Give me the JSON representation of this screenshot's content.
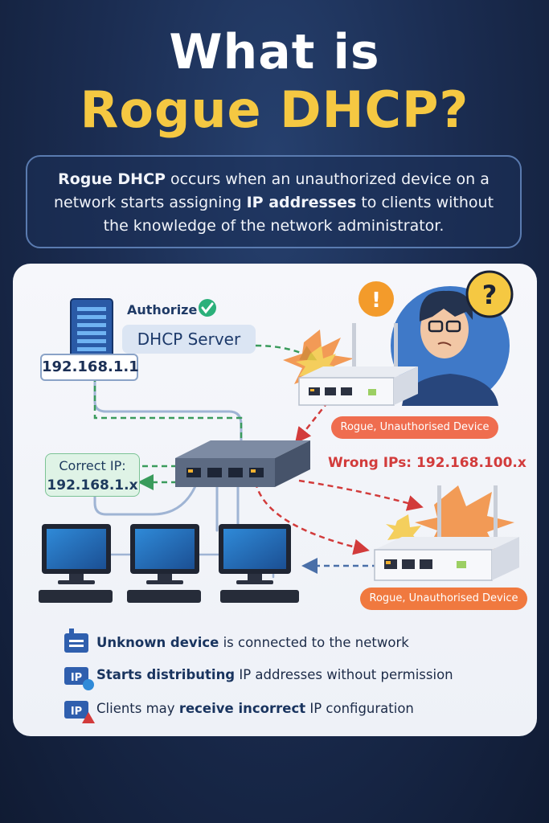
{
  "title": {
    "line1": "What is",
    "line2": "Rogue DHCP?"
  },
  "intro": {
    "lead": "Rogue DHCP",
    "text1": " occurs when an unauthorized device on a network starts assigning ",
    "bold2": "IP addresses",
    "text2": " to clients without the knowledge of the network administrator."
  },
  "diagram": {
    "authorize_label": "Authorize",
    "server_label": "DHCP Server",
    "server_ip": "192.168.1.1",
    "correct_label": "Correct IP:",
    "correct_value": "192.168.1.x",
    "wrong_label": "Wrong IPs: 192.168.100.x",
    "rogue_label_1": "Rogue, Unauthorised Device",
    "rogue_label_2": "Rogue, Unauthorised Device",
    "alert_1": "!",
    "alert_2": "?",
    "ip_badge": "IP"
  },
  "points": [
    {
      "bold": "Unknown device",
      "rest": " is connected to the network"
    },
    {
      "bold": "Starts distributing",
      "rest": " IP addresses without permission"
    },
    {
      "pre": "Clients may ",
      "bold": "receive incorrect",
      "rest": " IP configuration"
    }
  ],
  "colors": {
    "background": "#1b2d52",
    "title_accent": "#f5c842",
    "wrong": "#d23b3b",
    "correct": "#3a9b5c",
    "rogue": "#ef6d4f",
    "server": "#2f5fae"
  }
}
